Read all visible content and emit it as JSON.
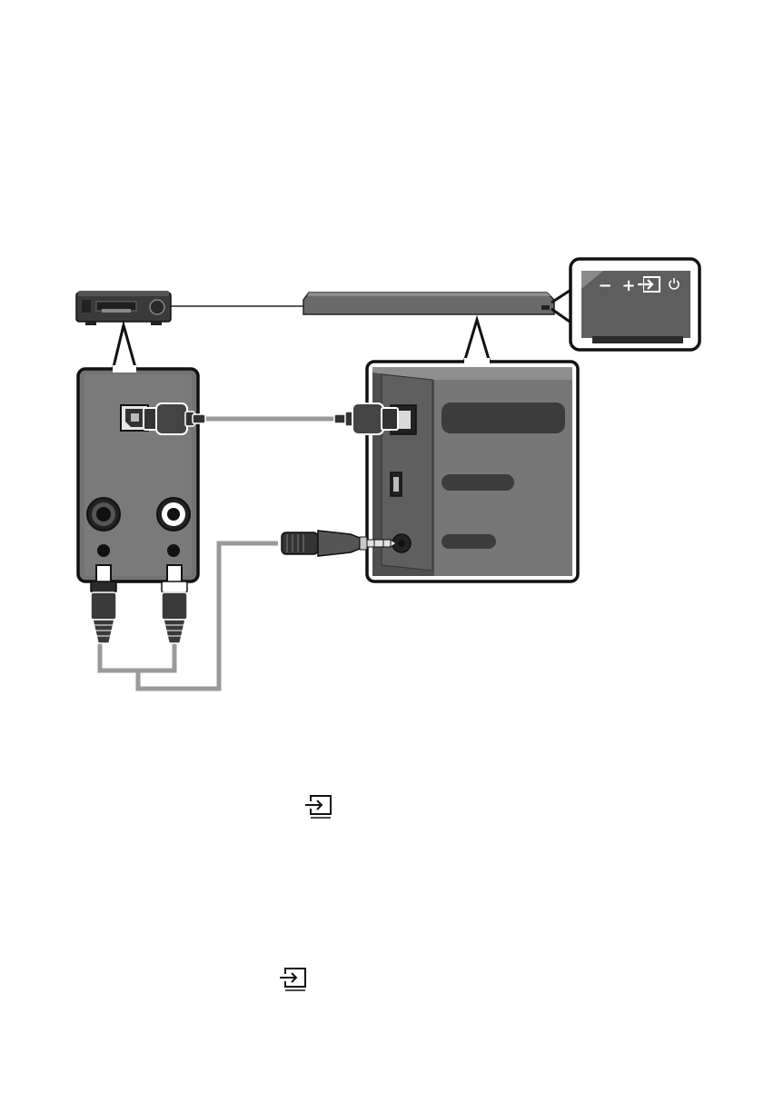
{
  "soundbar_panel": {
    "buttons": [
      {
        "name": "volume-down",
        "glyph": "−"
      },
      {
        "name": "volume-up",
        "glyph": "+"
      },
      {
        "name": "source",
        "glyph": "⇥"
      },
      {
        "name": "power",
        "glyph": "⏻"
      }
    ]
  },
  "colors": {
    "device_dark": "#3a3a3a",
    "panel_gray": "#737373",
    "panel_dark": "#5a5a5a",
    "cable_gray": "#9a9a9a",
    "outline": "#1a1a1a",
    "label_pill": "#3c3c3c"
  }
}
